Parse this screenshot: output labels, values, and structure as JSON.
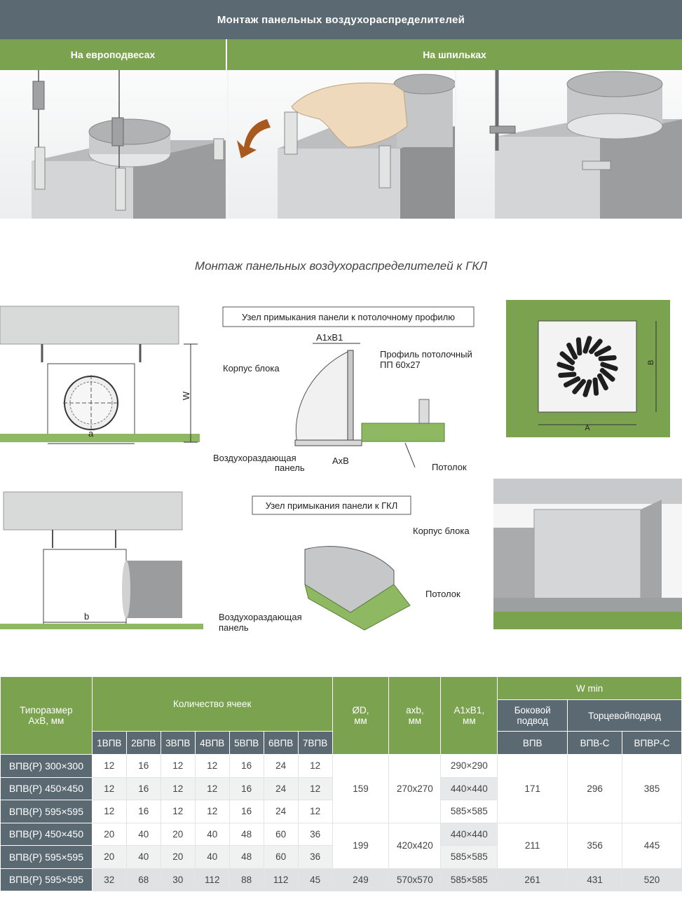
{
  "header": {
    "title": "Монтаж панельных воздухораспределителей",
    "left_tab": "На европодвесах",
    "right_tab": "На шпильках"
  },
  "gkl": {
    "title": "Монтаж панельных воздухораспределителей к ГКЛ"
  },
  "diagram1": {
    "label_a": "a",
    "label_w": "W"
  },
  "diagram2": {
    "label_b": "b"
  },
  "node1": {
    "box_title": "Узел примыкания панели к потолочному профилю",
    "a1b1": "A1xB1",
    "profile_line1": "Профиль потолочный",
    "profile_line2": "ПП 60х27",
    "body": "Корпус блока",
    "panel_line1": "Воздухораздающая",
    "panel_line2": "панель",
    "axb": "AxB",
    "ceiling": "Потолок"
  },
  "node2": {
    "box_title": "Узел примыкания панели к ГКЛ",
    "body": "Корпус блока",
    "ceiling": "Потолок",
    "panel_line1": "Воздухораздающая",
    "panel_line2": "панель"
  },
  "panel_view": {
    "label_a": "A",
    "label_b": "B"
  },
  "table": {
    "h_size_line1": "Типоразмер",
    "h_size_line2": "АхВ, мм",
    "h_cells": "Количество ячеек",
    "h_d_line1": "ØD,",
    "h_d_line2": "мм",
    "h_ab_line1": "axb,",
    "h_ab_line2": "мм",
    "h_a1_line1": "A1xB1,",
    "h_a1_line2": "мм",
    "h_wmin": "W min",
    "h_side_line1": "Боковой",
    "h_side_line2": "подвод",
    "h_end": "Торцевойподвод",
    "cell_cols": [
      "1ВПВ",
      "2ВПВ",
      "3ВПВ",
      "4ВПВ",
      "5ВПВ",
      "6ВПВ",
      "7ВПВ"
    ],
    "w_cols": [
      "ВПВ",
      "ВПВ-С",
      "ВПВР-С"
    ],
    "rows": [
      {
        "name": "ВПВ(Р) 300×300",
        "cells": [
          "12",
          "16",
          "12",
          "12",
          "16",
          "24",
          "12"
        ],
        "a1b1": "290×290"
      },
      {
        "name": "ВПВ(Р) 450×450",
        "cells": [
          "12",
          "16",
          "12",
          "12",
          "16",
          "24",
          "12"
        ],
        "a1b1": "440×440"
      },
      {
        "name": "ВПВ(Р) 595×595",
        "cells": [
          "12",
          "16",
          "12",
          "12",
          "16",
          "24",
          "12"
        ],
        "a1b1": "585×585"
      },
      {
        "name": "ВПВ(Р) 450×450",
        "cells": [
          "20",
          "40",
          "20",
          "40",
          "48",
          "60",
          "36"
        ],
        "a1b1": "440×440"
      },
      {
        "name": "ВПВ(Р) 595×595",
        "cells": [
          "20",
          "40",
          "20",
          "40",
          "48",
          "60",
          "36"
        ],
        "a1b1": "585×585"
      },
      {
        "name": "ВПВ(Р) 595×595",
        "cells": [
          "32",
          "68",
          "30",
          "112",
          "88",
          "112",
          "45"
        ],
        "a1b1": "585×585",
        "d": "249",
        "ab": "570х570",
        "w": [
          "261",
          "431",
          "520"
        ]
      }
    ],
    "group1": {
      "d": "159",
      "ab": "270х270",
      "w": [
        "171",
        "296",
        "385"
      ]
    },
    "group2": {
      "d": "199",
      "ab": "420х420",
      "w": [
        "211",
        "356",
        "445"
      ]
    }
  }
}
